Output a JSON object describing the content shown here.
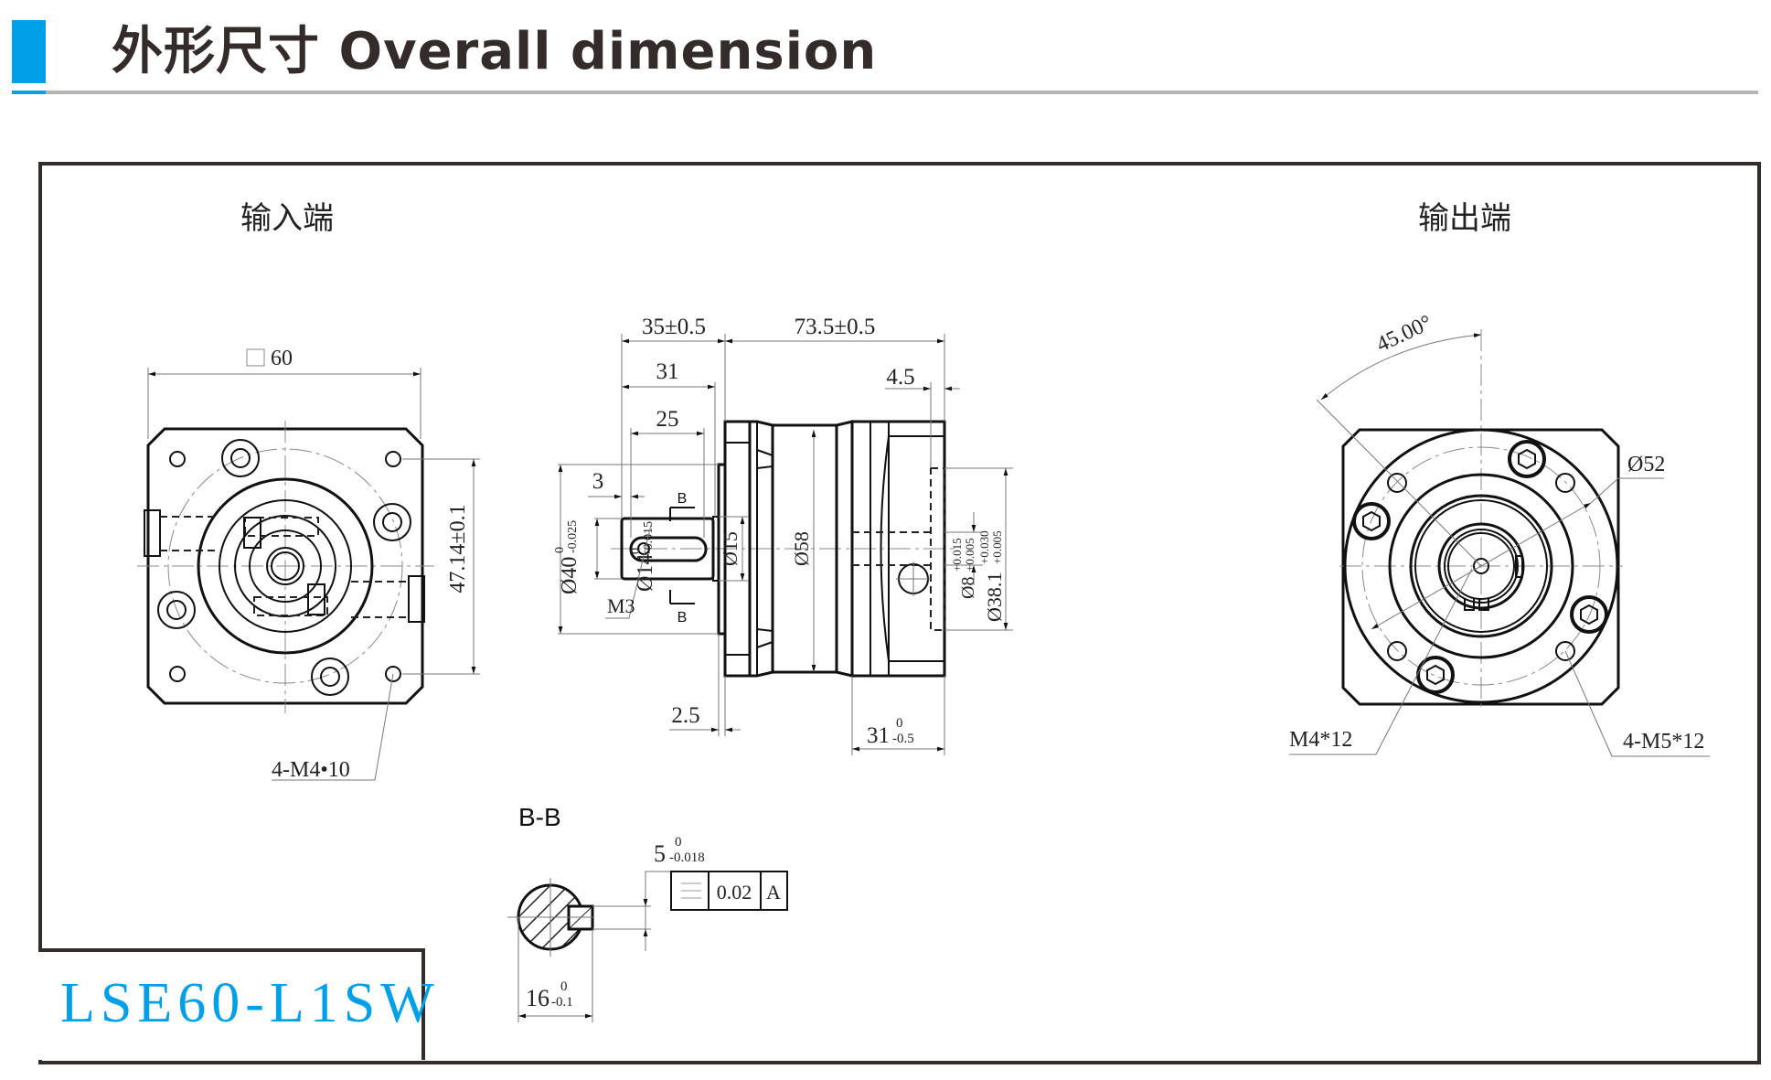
{
  "header": {
    "title_cn": "外形尺寸",
    "title_en": "Overall dimension",
    "accent_color": "#00a0e9"
  },
  "views": {
    "input_label": "输入端",
    "output_label": "输出端"
  },
  "input_view": {
    "square": "60",
    "bolt_pcd": "47.14±0.1",
    "holes": "4-M4•10"
  },
  "side_view": {
    "d35": "35±0.5",
    "d73": "73.5±0.5",
    "d31": "31",
    "d25": "25",
    "d3": "3",
    "d45": "4.5",
    "d40": "Ø40",
    "d40_up": "0",
    "d40_low": "-0.025",
    "d14": "Ø14",
    "d14_up": "0",
    "d14_low": "-0.015",
    "d15": "Ø15",
    "d58": "Ø58",
    "d8": "Ø8",
    "d8_up": "+0.015",
    "d8_low": "+0.005",
    "d381": "Ø38.1",
    "d381_up": "+0.030",
    "d381_low": "+0.005",
    "m3": "M3",
    "section_mark": "B",
    "d25b": "2.5",
    "d31b": "31",
    "d31b_up": "0",
    "d31b_low": "-0.5"
  },
  "output_view": {
    "angle": "45.00°",
    "pcd": "Ø52",
    "screw": "M4*12",
    "holes": "4-M5*12"
  },
  "section": {
    "title": "B-B",
    "key_w": "5",
    "key_up": "0",
    "key_low": "-0.018",
    "tol_value": "0.02",
    "datum": "A",
    "height": "16",
    "h_up": "0",
    "h_low": "-0.1"
  },
  "model": "LSE60-L1SW"
}
